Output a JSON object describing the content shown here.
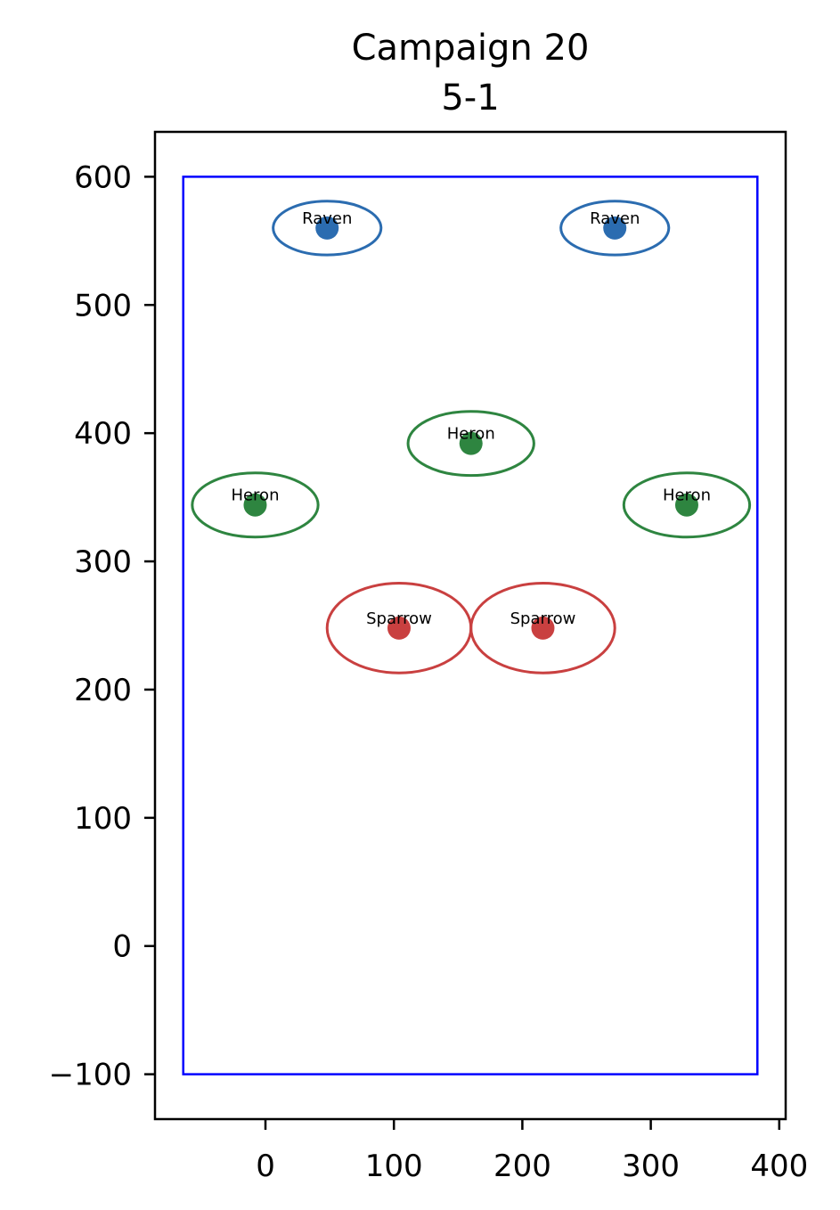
{
  "chart_data": {
    "type": "scatter",
    "title": "Campaign 20",
    "subtitle": "5-1",
    "xlabel": "",
    "ylabel": "",
    "xlim": [
      -86,
      405
    ],
    "ylim": [
      -135,
      635
    ],
    "x_ticks": [
      0,
      100,
      200,
      300,
      400
    ],
    "y_ticks": [
      -100,
      0,
      100,
      200,
      300,
      400,
      500,
      600
    ],
    "x_tick_labels": [
      "0",
      "100",
      "200",
      "300",
      "400"
    ],
    "y_tick_labels": [
      "−100",
      "0",
      "100",
      "200",
      "300",
      "400",
      "500",
      "600"
    ],
    "grid": false,
    "boundary": {
      "x": [
        -64,
        383
      ],
      "y": [
        -100,
        600
      ],
      "color": "#0000ff"
    },
    "colors": {
      "Raven": "#2b6cb0",
      "Heron": "#2e8540",
      "Sparrow": "#c94040"
    },
    "points": [
      {
        "label": "Raven",
        "x": 48,
        "y": 560,
        "rx": 42,
        "ry": 21
      },
      {
        "label": "Raven",
        "x": 272,
        "y": 560,
        "rx": 42,
        "ry": 21
      },
      {
        "label": "Heron",
        "x": 160,
        "y": 392,
        "rx": 49,
        "ry": 25
      },
      {
        "label": "Heron",
        "x": -8,
        "y": 344,
        "rx": 49,
        "ry": 25
      },
      {
        "label": "Heron",
        "x": 328,
        "y": 344,
        "rx": 49,
        "ry": 25
      },
      {
        "label": "Sparrow",
        "x": 104,
        "y": 248,
        "rx": 56,
        "ry": 35
      },
      {
        "label": "Sparrow",
        "x": 216,
        "y": 248,
        "rx": 56,
        "ry": 35
      }
    ]
  }
}
